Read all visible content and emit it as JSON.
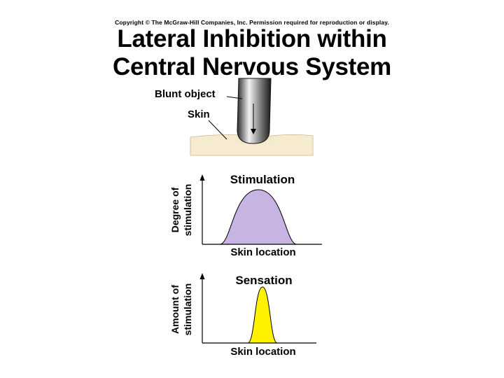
{
  "copyright": "Copyright © The McGraw-Hill Companies, Inc. Permission required for reproduction or display.",
  "title": {
    "line1": "Lateral Inhibition within",
    "line2": "Central Nervous System"
  },
  "illustration": {
    "blunt_object_label": "Blunt object",
    "skin_label": "Skin"
  },
  "stimulation_graph": {
    "title": "Stimulation",
    "ylabel_line1": "Degree of",
    "ylabel_line2": "stimulation",
    "xlabel": "Skin location",
    "fill_color": "#c8b4e2"
  },
  "sensation_graph": {
    "title": "Sensation",
    "ylabel_line1": "Amount of",
    "ylabel_line2": "stimulation",
    "xlabel": "Skin location",
    "fill_color": "#fff200"
  }
}
